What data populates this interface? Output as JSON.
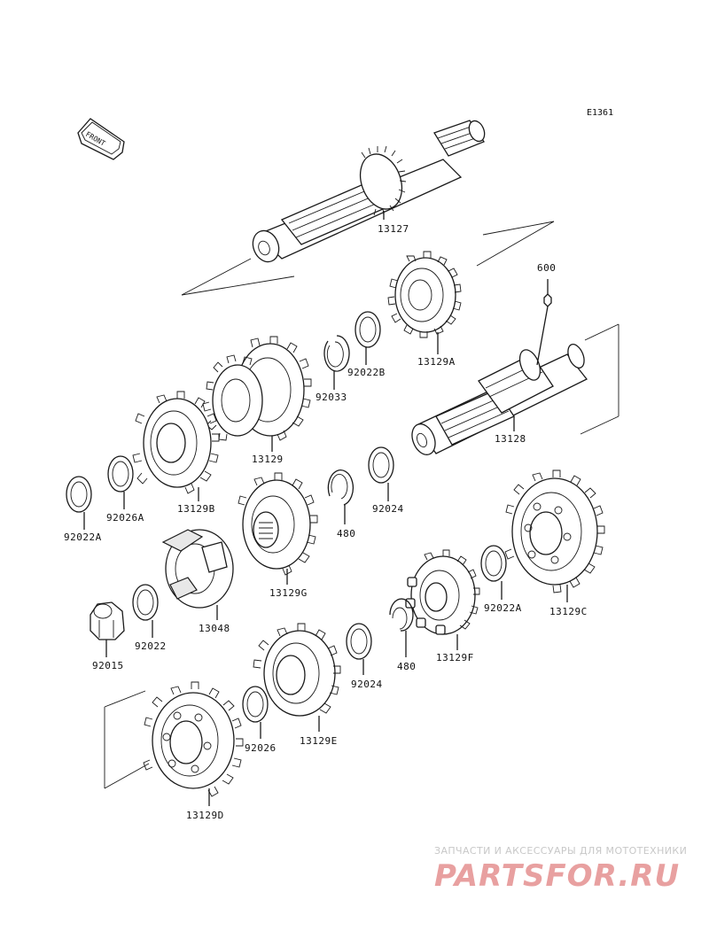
{
  "diagram": {
    "code": "E1361",
    "front_marker": "FRONT",
    "parts": {
      "p13127": "13127",
      "p600": "600",
      "p13129A": "13129A",
      "p92022B": "92022B",
      "p92033": "92033",
      "p13129": "13129",
      "p13128": "13128",
      "p13129B": "13129B",
      "p92026A": "92026A",
      "p92022A_left": "92022A",
      "p92024_upper": "92024",
      "p480_upper": "480",
      "p13129G": "13129G",
      "p92022A_right": "92022A",
      "p13129C": "13129C",
      "p13048": "13048",
      "p92022": "92022",
      "p92015": "92015",
      "p13129F": "13129F",
      "p480_lower": "480",
      "p92024_lower": "92024",
      "p92026": "92026",
      "p13129E": "13129E",
      "p13129D": "13129D"
    }
  },
  "watermark": {
    "tagline": "ЗАПЧАСТИ И АКСЕССУАРЫ ДЛЯ МОТОТЕХНИКИ",
    "logo_text": "PARTSFOR.RU",
    "logo_color": "#e8a0a0"
  }
}
